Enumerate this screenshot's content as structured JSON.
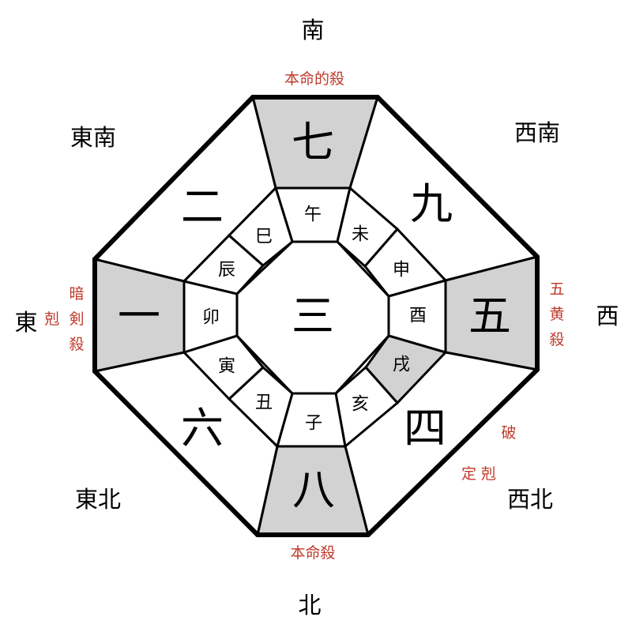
{
  "directions": {
    "south": "南",
    "north": "北",
    "east": "東",
    "west": "西",
    "southeast": "東南",
    "southwest": "西南",
    "northeast": "東北",
    "northwest": "西北"
  },
  "stars": {
    "center": "三",
    "south": "七",
    "southwest": "九",
    "west": "五",
    "northwest": "四",
    "north": "八",
    "northeast": "六",
    "east": "一",
    "southeast": "二"
  },
  "zodiac": {
    "uma": "午",
    "hitsuji": "未",
    "saru": "申",
    "tori": "酉",
    "inu": "戌",
    "i": "亥",
    "ne": "子",
    "ushi": "丑",
    "tora": "寅",
    "u": "卯",
    "tatsu": "辰",
    "mi": "巳"
  },
  "annotations": {
    "south": "本命的殺",
    "north": "本命殺",
    "west_line1": "五",
    "west_line2": "黄",
    "west_line3": "殺",
    "east_col1_a": "暗",
    "east_col1_b": "剣",
    "east_col1_c": "殺",
    "east_col2": "剋",
    "northwest_line1": "破",
    "northwest_line2": "定 剋"
  },
  "colors": {
    "shaded": "#d2d2d2",
    "line": "#000000",
    "annotation": "#c0392b",
    "background": "#ffffff"
  }
}
